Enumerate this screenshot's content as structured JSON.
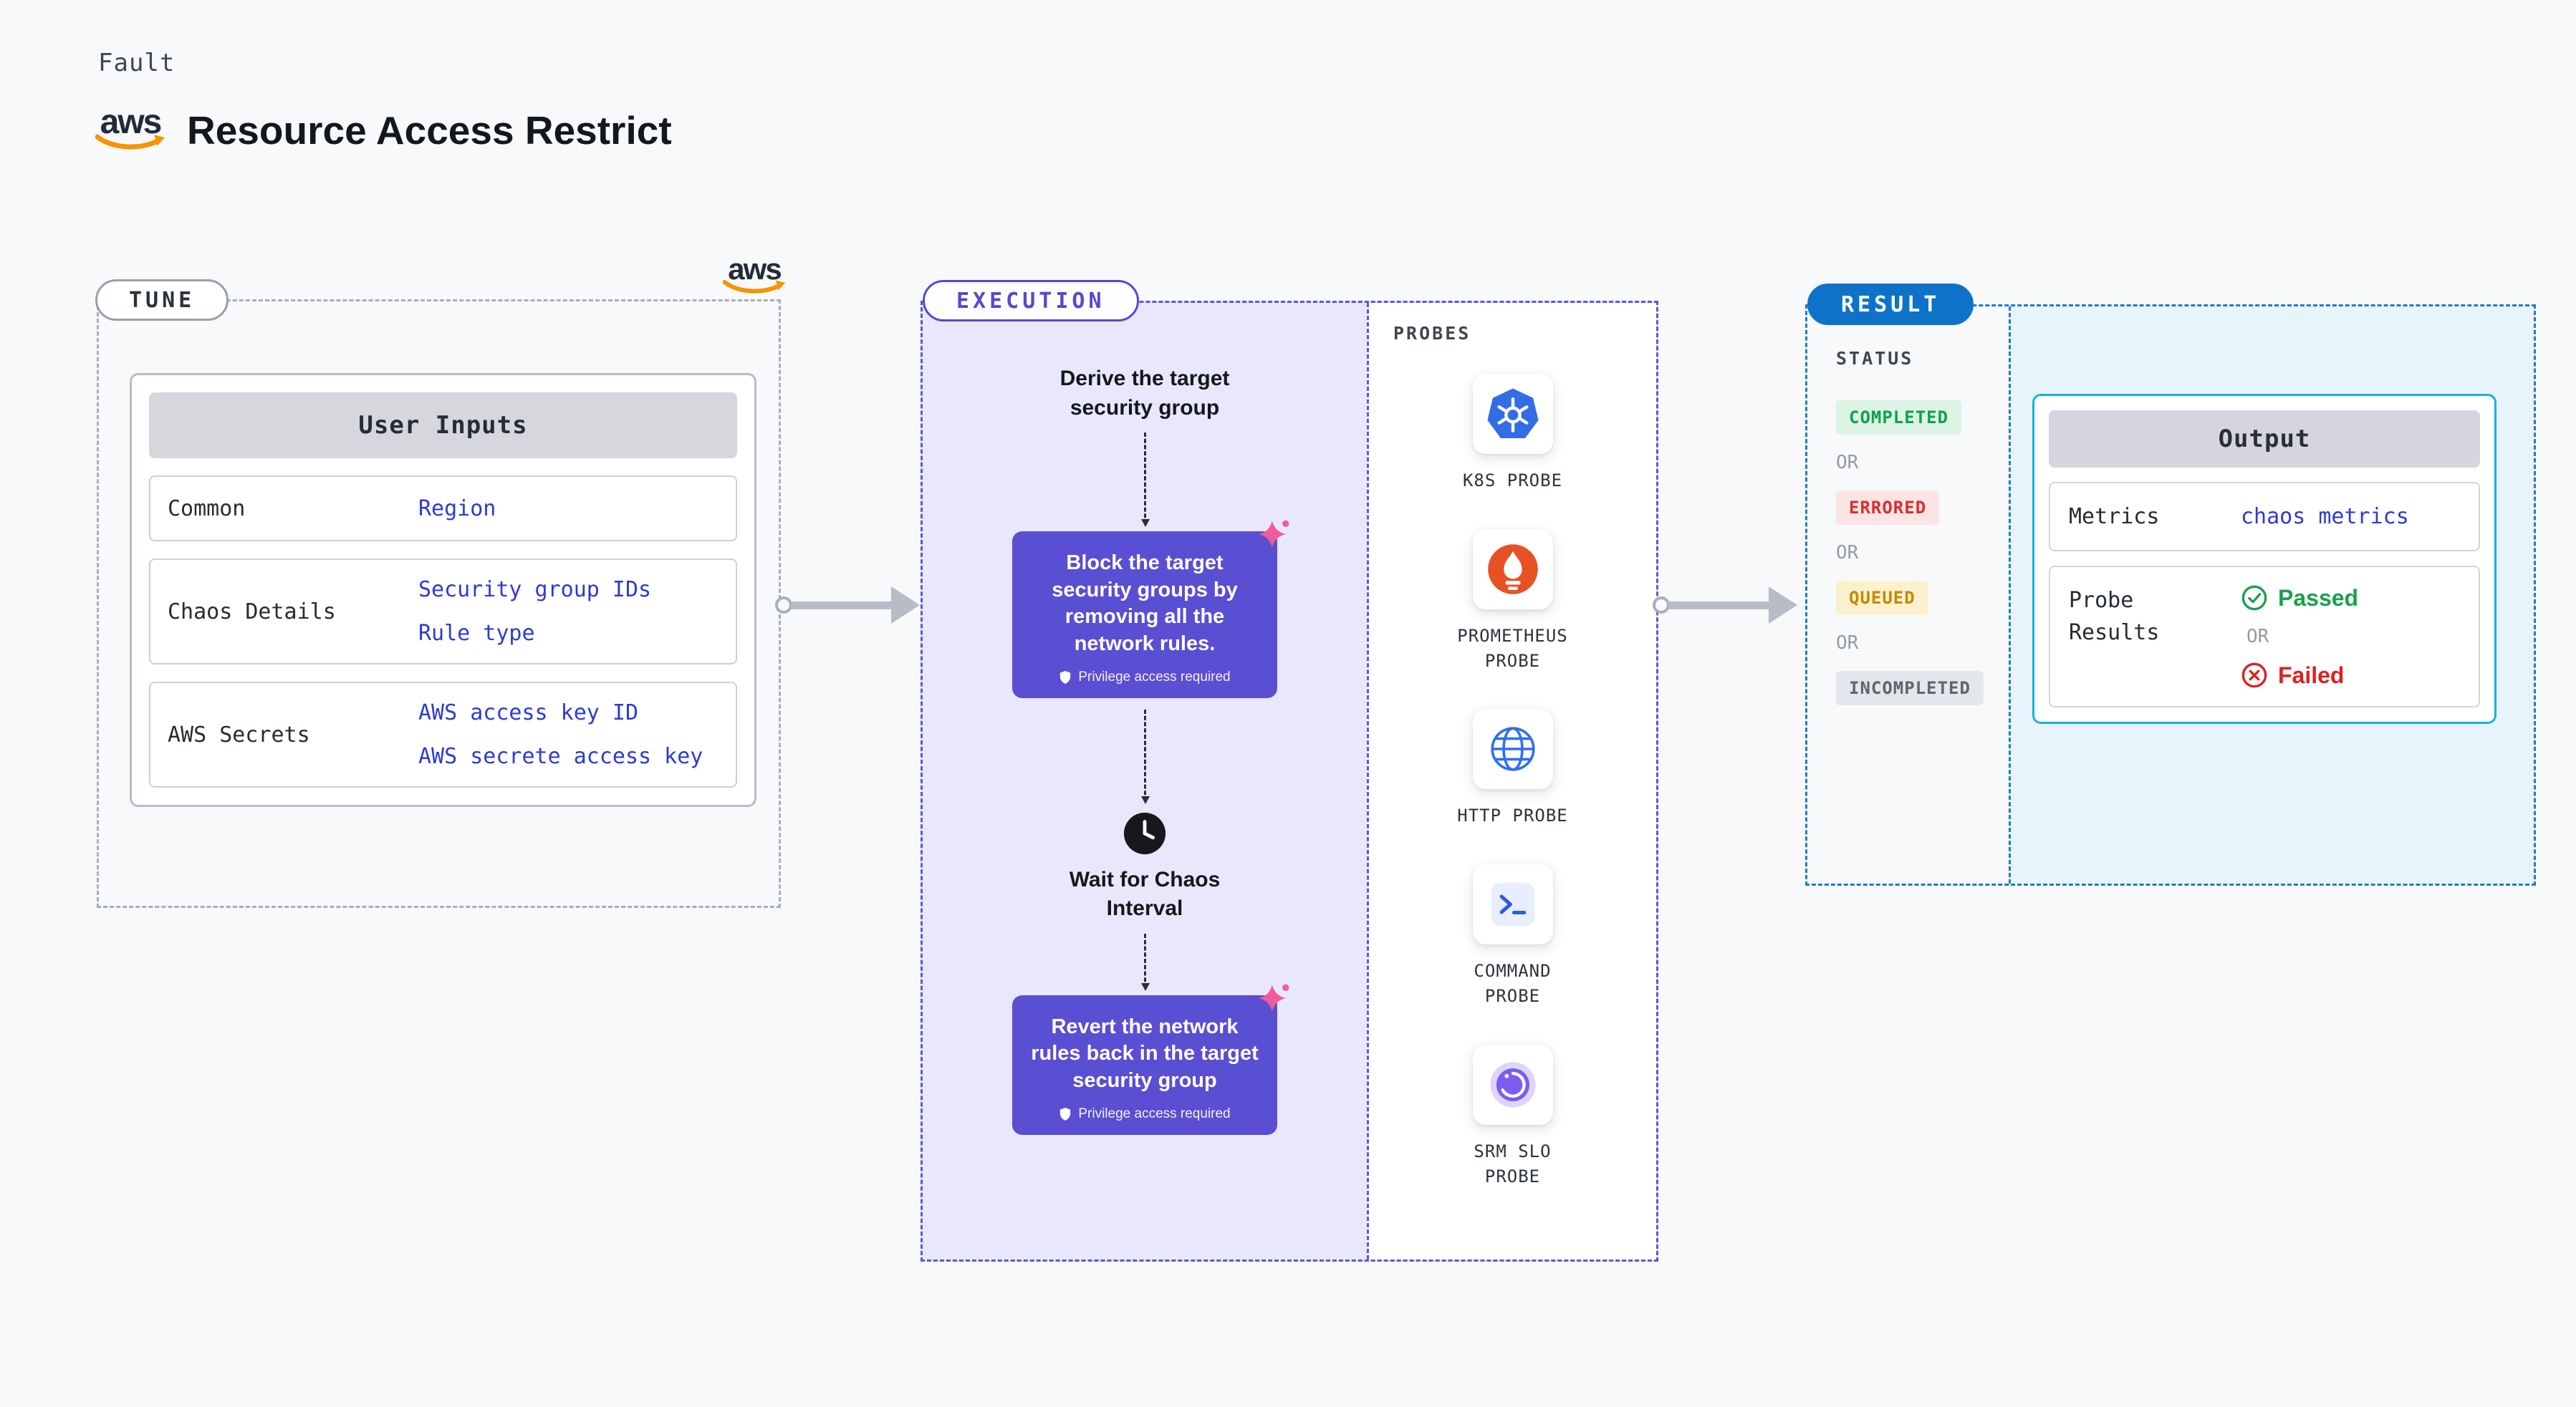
{
  "colors": {
    "page_bg": "#f8f9fb",
    "tune_border": "#a8aeb7",
    "execution_accent": "#5649ce",
    "execution_bg": "#e9e7fb",
    "action_box_bg": "#5a4ed2",
    "spark_pink": "#ef5b9c",
    "result_border": "#2279cc",
    "result_pill_bg": "#0e73c8",
    "result_content_bg": "#e7f4fb",
    "output_border": "#15b2de",
    "value_blue": "#2c3bd4",
    "passed_green": "#1aa04b",
    "failed_red": "#e01f1f",
    "aws_orange": "#f79400"
  },
  "page": {
    "kicker": "Fault",
    "title": "Resource Access Restrict",
    "aws_logo_text": "aws"
  },
  "tune": {
    "label": "TUNE",
    "card": {
      "header": "User Inputs",
      "rows": [
        {
          "label": "Common",
          "values": [
            "Region"
          ]
        },
        {
          "label": "Chaos Details",
          "values": [
            "Security group IDs",
            "Rule type"
          ]
        },
        {
          "label": "AWS Secrets",
          "values": [
            "AWS access key ID",
            "AWS secrete access key"
          ]
        }
      ]
    }
  },
  "execution": {
    "label": "EXECUTION",
    "derive_step": "Derive the target\nsecurity group",
    "block_step": "Block the target security groups by removing all the network rules.",
    "privilege_note": "Privilege access required",
    "wait_step": "Wait for Chaos\nInterval",
    "revert_step": "Revert the network rules back in the target security group"
  },
  "probes": {
    "label": "PROBES",
    "items": [
      {
        "label": "K8S PROBE",
        "icon": "kubernetes-icon"
      },
      {
        "label": "PROMETHEUS\nPROBE",
        "icon": "prometheus-icon"
      },
      {
        "label": "HTTP PROBE",
        "icon": "http-globe-icon"
      },
      {
        "label": "COMMAND\nPROBE",
        "icon": "terminal-icon"
      },
      {
        "label": "SRM SLO\nPROBE",
        "icon": "srm-slo-icon"
      }
    ]
  },
  "result": {
    "label": "RESULT",
    "status_heading": "STATUS",
    "or": "OR",
    "statuses": [
      {
        "label": "COMPLETED",
        "fg": "#0ea24a",
        "bg": "#dcf3e5"
      },
      {
        "label": "ERRORED",
        "fg": "#d62f2f",
        "bg": "#fbe4e4"
      },
      {
        "label": "QUEUED",
        "fg": "#bf8b00",
        "bg": "#fcf1cd"
      },
      {
        "label": "INCOMPLETED",
        "fg": "#5d6570",
        "bg": "#e3e6ea"
      }
    ],
    "output": {
      "header": "Output",
      "metrics_label": "Metrics",
      "metrics_value": "chaos metrics",
      "probe_results_label": "Probe\nResults",
      "passed": "Passed",
      "failed": "Failed"
    }
  }
}
